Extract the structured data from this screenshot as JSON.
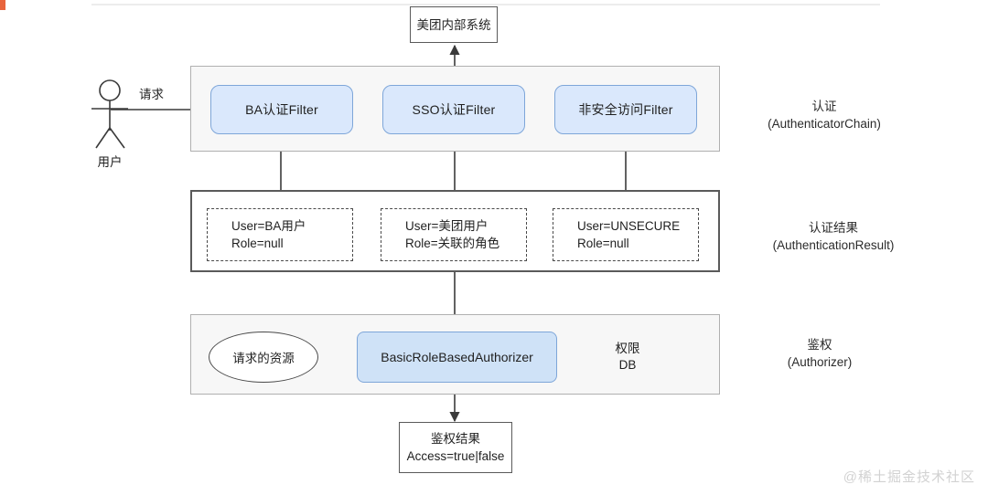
{
  "diagram": {
    "title_box": {
      "label": "美团内部系统"
    },
    "actor": {
      "label": "用户",
      "request_label": "请求"
    },
    "bands": [
      {
        "id": "authentication",
        "side_label_cn": "认证",
        "side_label_en": "(AuthenticatorChain)",
        "nodes": [
          {
            "label": "BA认证Filter"
          },
          {
            "label": "SSO认证Filter"
          },
          {
            "label": "非安全访问Filter"
          }
        ]
      },
      {
        "id": "authentication-result",
        "side_label_cn": "认证结果",
        "side_label_en": "(AuthenticationResult)",
        "nodes": [
          {
            "line1": "User=BA用户",
            "line2": "Role=null"
          },
          {
            "line1": "User=美团用户",
            "line2": "Role=关联的角色"
          },
          {
            "line1": "User=UNSECURE",
            "line2": "Role=null"
          }
        ]
      },
      {
        "id": "authorization",
        "side_label_cn": "鉴权",
        "side_label_en": "(Authorizer)",
        "resource_label": "请求的资源",
        "authorizer_label": "BasicRoleBasedAuthorizer",
        "db_line1": "权限",
        "db_line2": "DB"
      }
    ],
    "result_box": {
      "line1": "鉴权结果",
      "line2": "Access=true|false"
    },
    "watermark": "@稀土掘金技术社区",
    "colors": {
      "node_fill": "#dae8fc",
      "node_stroke": "#7ea6d9",
      "band_fill": "#f7f7f7",
      "band_stroke": "#b0b0b0",
      "edge_stroke": "#3a3a3a",
      "accent_mark": "#e8643c"
    }
  }
}
